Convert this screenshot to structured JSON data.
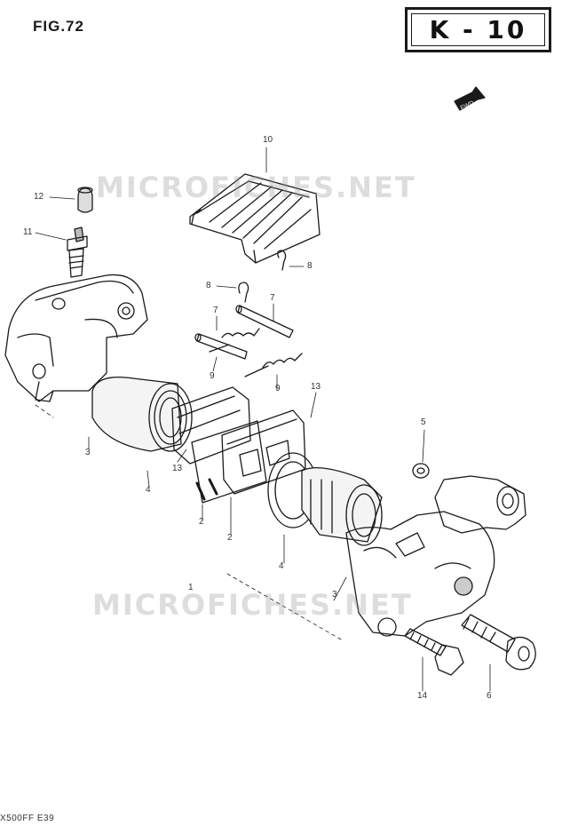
{
  "figure": {
    "title": "FIG.72",
    "page_code": "K - 10",
    "direction_tag": "FWD"
  },
  "watermark": "MICROFICHES.NET",
  "callouts": [
    {
      "key": "c10",
      "label": "10"
    },
    {
      "key": "c12",
      "label": "12"
    },
    {
      "key": "c11",
      "label": "11"
    },
    {
      "key": "c8a",
      "label": "8"
    },
    {
      "key": "c8b",
      "label": "8"
    },
    {
      "key": "c7a",
      "label": "7"
    },
    {
      "key": "c7b",
      "label": "7"
    },
    {
      "key": "c9a",
      "label": "9"
    },
    {
      "key": "c9b",
      "label": "9"
    },
    {
      "key": "c13a",
      "label": "13"
    },
    {
      "key": "c13b",
      "label": "13"
    },
    {
      "key": "c3a",
      "label": "3"
    },
    {
      "key": "c3b",
      "label": "3"
    },
    {
      "key": "c4a",
      "label": "4"
    },
    {
      "key": "c4b",
      "label": "4"
    },
    {
      "key": "c5",
      "label": "5"
    },
    {
      "key": "c2a",
      "label": "2"
    },
    {
      "key": "c2b",
      "label": "2"
    },
    {
      "key": "c1",
      "label": "1"
    },
    {
      "key": "c14",
      "label": "14"
    },
    {
      "key": "c6",
      "label": "6"
    }
  ],
  "footer": "X500FF E39"
}
